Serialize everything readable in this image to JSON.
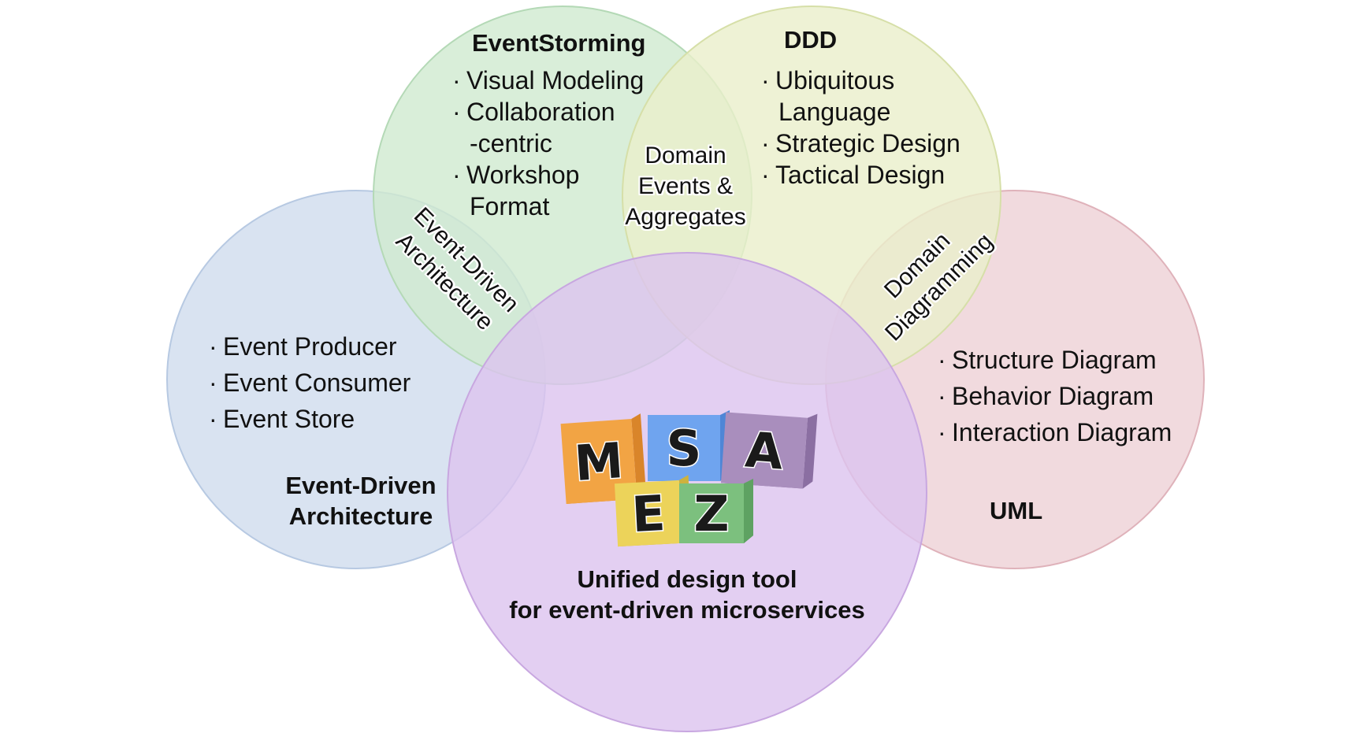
{
  "circles": {
    "eventstorming": {
      "title": "EventStorming",
      "color": "#cfead0",
      "stroke": "#b4d9b6",
      "items": [
        "Visual Modeling",
        "Collaboration",
        "-centric",
        "Workshop",
        "Format"
      ]
    },
    "ddd": {
      "title": "DDD",
      "color": "#eaefca",
      "stroke": "#d6dfa8",
      "items": [
        "Ubiquitous",
        "Language",
        "Strategic Design",
        "Tactical Design"
      ]
    },
    "eda": {
      "title_line1": "Event-Driven",
      "title_line2": "Architecture",
      "color": "#cfdcee",
      "stroke": "#b7c9e2",
      "items": [
        "Event Producer",
        "Event Consumer",
        "Event Store"
      ]
    },
    "uml": {
      "title": "UML",
      "color": "#eed1d6",
      "stroke": "#dfb2ba",
      "items": [
        "Structure Diagram",
        "Behavior Diagram",
        "Interaction Diagram"
      ]
    },
    "msaez": {
      "color": "#dcc3ef",
      "stroke": "#c8a7e0",
      "tagline_line1": "Unified design tool",
      "tagline_line2": "for event-driven microservices"
    }
  },
  "overlaps": {
    "eventstorming_ddd": [
      "Domain",
      "Events &",
      "Aggregates"
    ],
    "eventstorming_eda": [
      "Event-Driven",
      "Architecture"
    ],
    "ddd_uml": [
      "Domain",
      "Diagramming"
    ]
  },
  "logo": {
    "letters": [
      "M",
      "S",
      "A",
      "E",
      "Z"
    ],
    "block_colors": [
      "#f2a444",
      "#6fa4ef",
      "#a98ebd",
      "#ecd35a",
      "#7cc07e"
    ],
    "block_shadows": [
      "#d9852a",
      "#4f86d6",
      "#8b6fa2",
      "#cdb23e",
      "#5ea262"
    ]
  }
}
